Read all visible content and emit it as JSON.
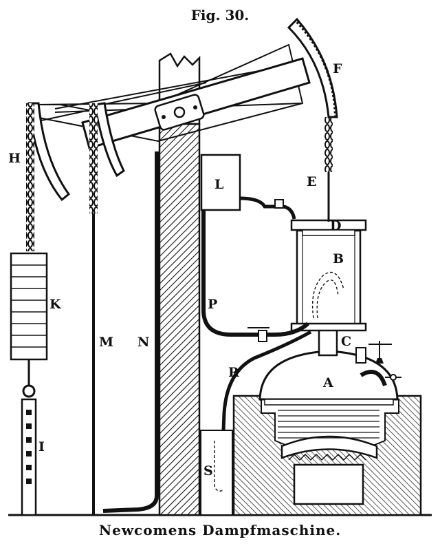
{
  "figure": {
    "title": "Fig. 30.",
    "caption": "Newcomens Dampfmaschine."
  },
  "labels": {
    "A": "A",
    "B": "B",
    "C": "C",
    "D": "D",
    "E": "E",
    "F": "F",
    "H": "H",
    "I": "I",
    "K": "K",
    "L": "L",
    "M": "M",
    "N": "N",
    "P": "P",
    "R": "R",
    "S": "S"
  },
  "colors": {
    "ink": "#111111",
    "paper": "#ffffff"
  }
}
